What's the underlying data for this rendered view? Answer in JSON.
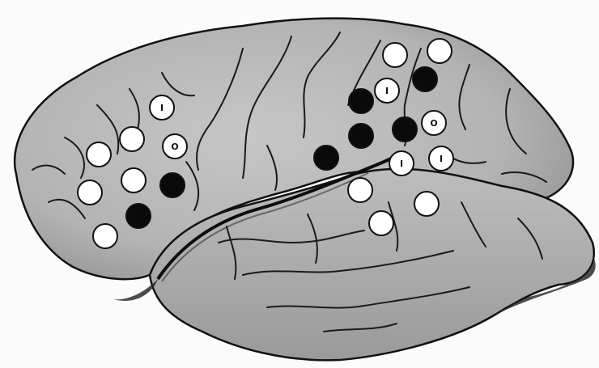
{
  "figure": {
    "subject": "brain-left-hemisphere-lateral-view",
    "colors": {
      "background": "#fbfbfb",
      "brain_fill": "#b9b9b9",
      "brain_shadow": "#7d7d7d",
      "outline": "#111111",
      "sulci": "#1a1a1a",
      "marker_empty": "#ffffff",
      "marker_filled": "#0a0a0a"
    }
  },
  "markers": [
    {
      "state": "open",
      "label": ""
    },
    {
      "state": "open",
      "label": ""
    },
    {
      "state": "open",
      "label": "I"
    },
    {
      "state": "filled",
      "label": ""
    },
    {
      "state": "open",
      "label": "I"
    },
    {
      "state": "filled",
      "label": ""
    },
    {
      "state": "filled",
      "label": ""
    },
    {
      "state": "open",
      "label": "O"
    },
    {
      "state": "filled",
      "label": ""
    },
    {
      "state": "filled",
      "label": ""
    },
    {
      "state": "open",
      "label": "I"
    },
    {
      "state": "open",
      "label": ""
    },
    {
      "state": "open",
      "label": "O"
    },
    {
      "state": "open",
      "label": ""
    },
    {
      "state": "open",
      "label": "I"
    },
    {
      "state": "open",
      "label": ""
    },
    {
      "state": "open",
      "label": ""
    },
    {
      "state": "open",
      "label": ""
    },
    {
      "state": "filled",
      "label": ""
    },
    {
      "state": "open",
      "label": ""
    },
    {
      "state": "filled",
      "label": ""
    },
    {
      "state": "open",
      "label": ""
    },
    {
      "state": "open",
      "label": ""
    }
  ]
}
